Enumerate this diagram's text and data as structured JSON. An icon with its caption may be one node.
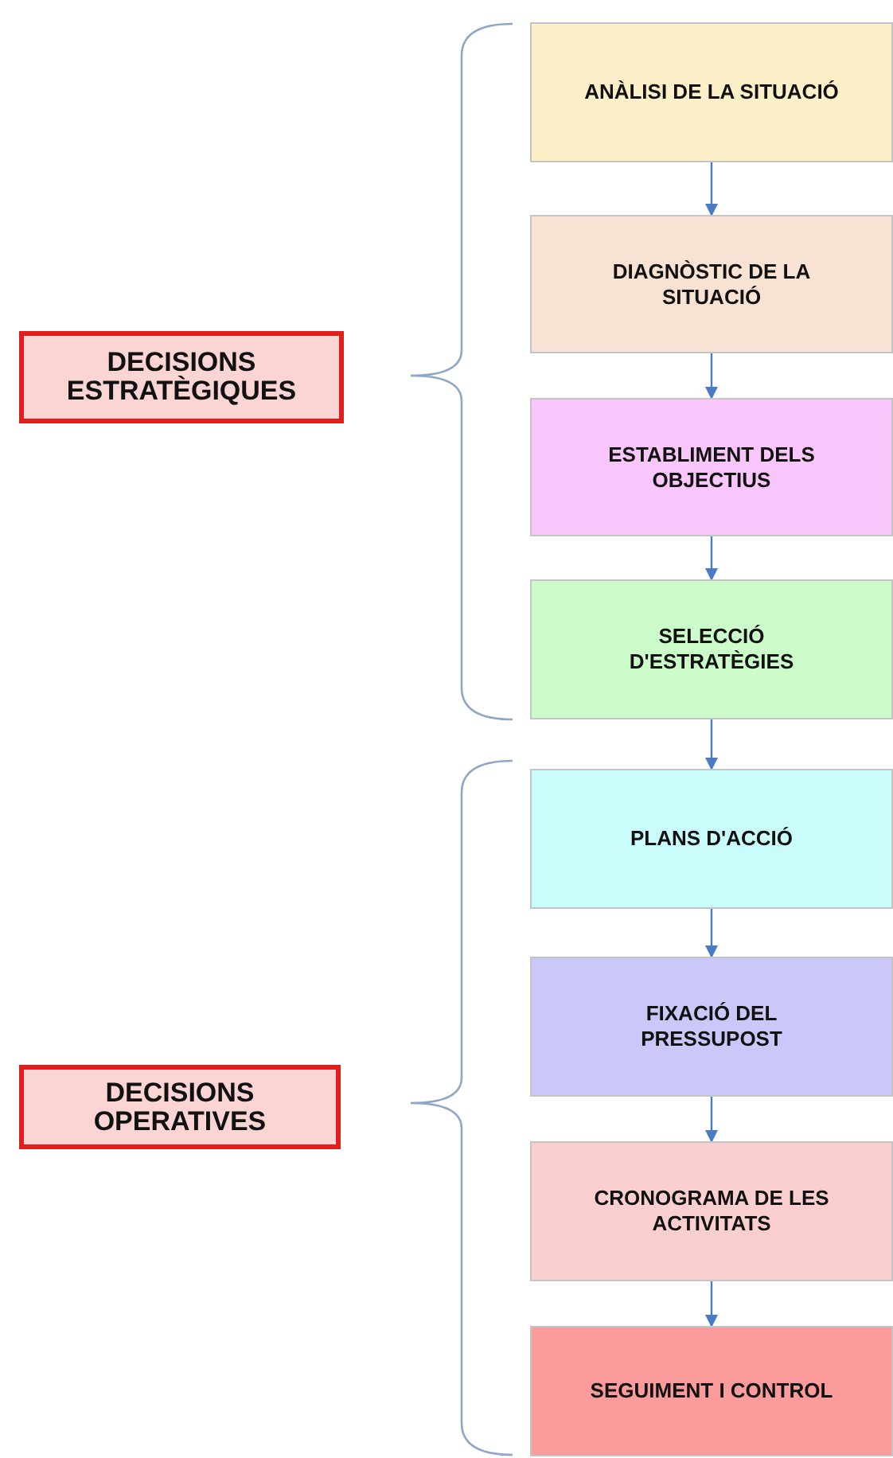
{
  "diagram": {
    "nodes": [
      {
        "text": [
          "ANÀLISI DE LA SITUACIÓ"
        ]
      },
      {
        "text": [
          "DIAGNÒSTIC DE LA SITUACIÓ"
        ]
      },
      {
        "text": [
          "ESTABLIMENT DELS OBJECTIUS"
        ]
      },
      {
        "text": [
          "SELECCIÓ D'ESTRATÈGIES"
        ]
      },
      {
        "text": [
          "PLANS D'ACCIÓ"
        ]
      },
      {
        "text": [
          "FIXACIÓ DEL PRESSUPOST"
        ]
      },
      {
        "text": [
          "CRONOGRAMA DE LES ACTIVITATS"
        ]
      },
      {
        "text": [
          "SEGUIMENT I CONTROL"
        ]
      },
      {
        "text": [
          "DECISIONS ESTRATÈGIQUES"
        ]
      },
      {
        "text": [
          "DECISIONS OPERATIVES"
        ]
      }
    ],
    "edges": [
      {
        "from": 0,
        "to": 1,
        "arrow": "to"
      },
      {
        "from": 1,
        "to": 2,
        "arrow": "to"
      },
      {
        "from": 2,
        "to": 3,
        "arrow": "to"
      },
      {
        "from": 3,
        "to": 4,
        "arrow": "to"
      },
      {
        "from": 4,
        "to": 5,
        "arrow": "to"
      },
      {
        "from": 5,
        "to": 6,
        "arrow": "to"
      },
      {
        "from": 6,
        "to": 7,
        "arrow": "to"
      }
    ]
  }
}
